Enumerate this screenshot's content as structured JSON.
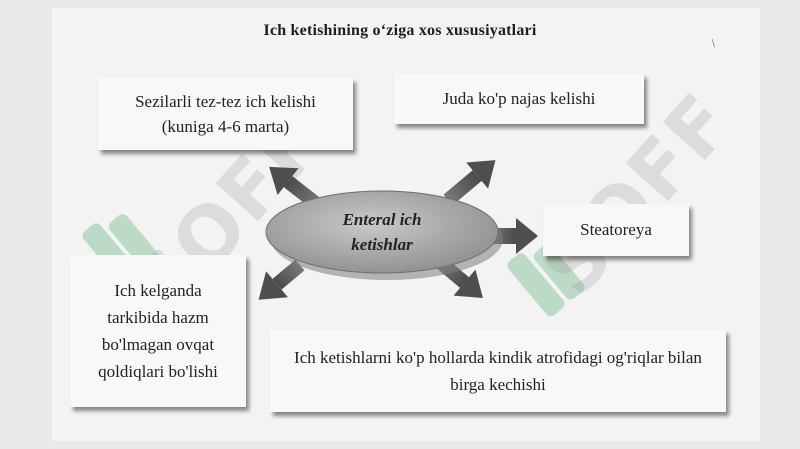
{
  "title": "Ich ketishining o‘ziga xos xususiyatlari",
  "center": {
    "line1": "Enteral ich",
    "line2": "ketishlar"
  },
  "boxes": {
    "b1": {
      "line1": "Sezilarli tez-tez ich kelishi",
      "line2": "(kuniga 4-6 marta)"
    },
    "b2": {
      "line1": "Juda ko'p najas kelishi"
    },
    "b3": {
      "line1": "Steatoreya"
    },
    "b4": {
      "line1": "Ich kelganda",
      "line2": "tarkibida hazm",
      "line3": "bo'lmagan ovqat",
      "line4": "qoldiqlari bo'lishi"
    },
    "b5": {
      "line1": "Ich ketishlarni ko'p hollarda kindik atrofidagi og'riqlar bilan",
      "line2": "birga kechishi"
    }
  },
  "watermark": {
    "text1": "SOFF",
    "text2": "SOFF"
  },
  "colors": {
    "ellipse": "#a8a8a8",
    "arrow": "#5a5a5a",
    "watermark_logo": "#2e9e55"
  }
}
